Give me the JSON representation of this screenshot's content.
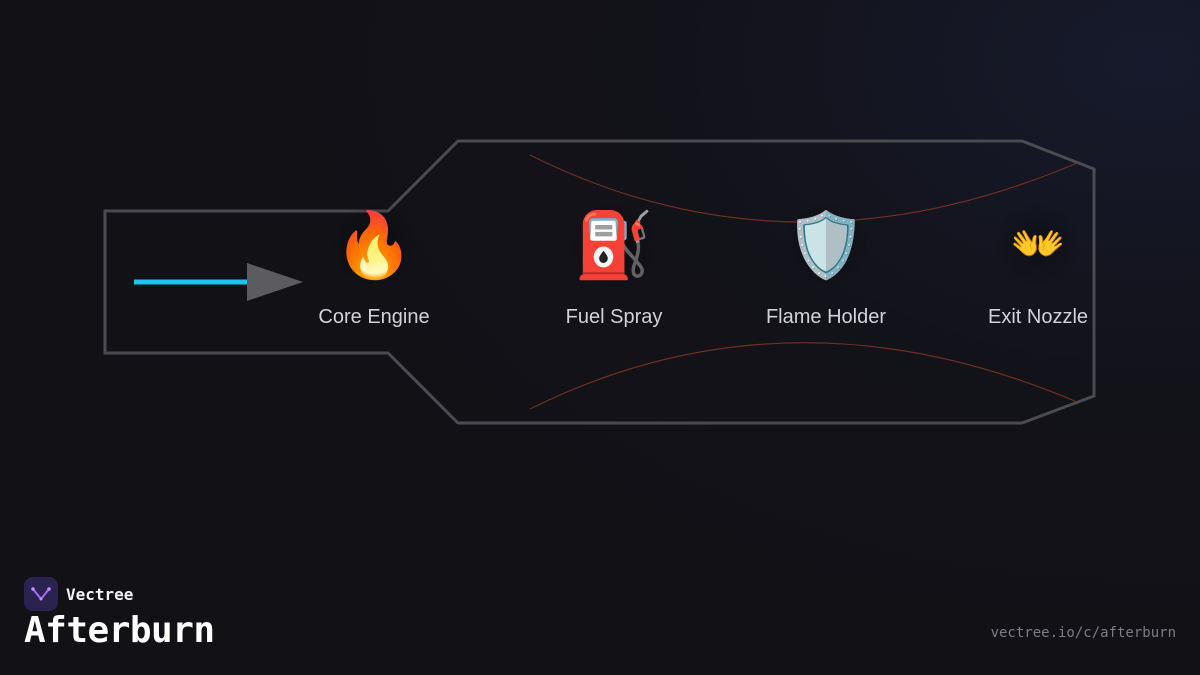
{
  "diagram": {
    "stages": [
      {
        "label": "Core Engine",
        "icon": "fire-icon",
        "emoji": "🔥"
      },
      {
        "label": "Fuel Spray",
        "icon": "fuel-pump-icon",
        "emoji": "⛽"
      },
      {
        "label": "Flame Holder",
        "icon": "shield-icon",
        "emoji": "🛡️"
      },
      {
        "label": "Exit Nozzle",
        "icon": "open-hands-icon",
        "emoji": "👐"
      }
    ],
    "colors": {
      "outline": "#4a4a50",
      "flow_arrow": "#19c6ee",
      "arrow_head": "#5b5b60",
      "flame_curves": "#7a3320"
    }
  },
  "brand": {
    "name": "Vectree",
    "logo_icon": "vectree-logo-icon"
  },
  "title": "Afterburn",
  "url": "vectree.io/c/afterburn"
}
